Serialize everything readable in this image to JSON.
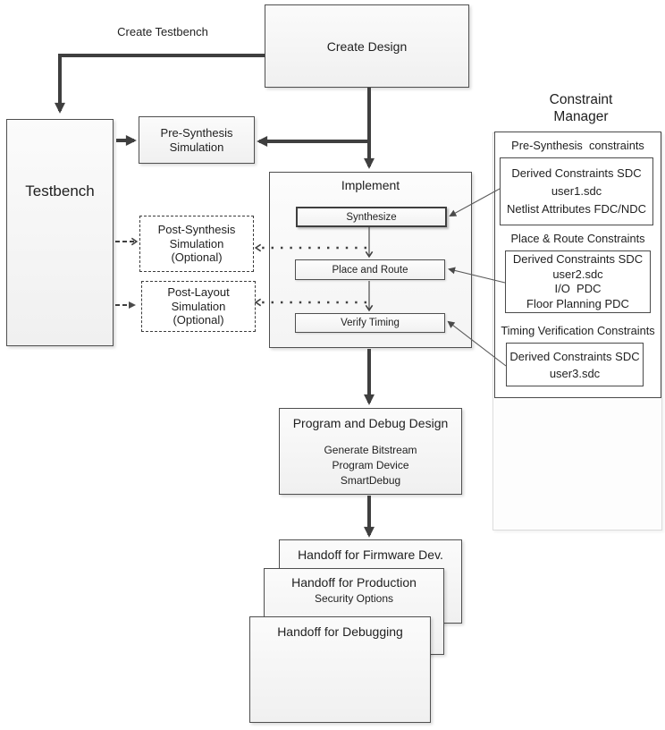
{
  "colors": {
    "arrow": "#3f3f3f",
    "box_border": "#4f4f4f",
    "panel_border": "#dcdcdc",
    "text": "#1f1f1f"
  },
  "flow": {
    "create_design_label": "Create Design",
    "create_testbench_label": "Create Testbench",
    "testbench_label": "Testbench",
    "pre_synthesis_simulation": {
      "lines": [
        "Pre-Synthesis",
        "Simulation"
      ]
    },
    "post_synthesis_simulation": {
      "lines": [
        "Post-Synthesis",
        "Simulation",
        "(Optional)"
      ]
    },
    "post_layout_simulation": {
      "lines": [
        "Post-Layout",
        "Simulation",
        "(Optional)"
      ]
    },
    "implement": {
      "title": "Implement",
      "steps": [
        "Synthesize",
        "Place and Route",
        "Verify Timing"
      ]
    },
    "program_debug": {
      "title": "Program and Debug Design",
      "items": [
        "Generate Bitstream",
        "Program Device",
        "SmartDebug"
      ]
    },
    "handoff_stack": {
      "firmware": {
        "title": "Handoff for Firmware Dev."
      },
      "production": {
        "title": "Handoff for Production",
        "subtitle": "Security Options"
      },
      "debugging": {
        "title": "Handoff for Debugging"
      }
    }
  },
  "constraint_manager": {
    "title_lines": [
      "Constraint",
      "Manager"
    ],
    "sections": [
      {
        "heading": "Pre-Synthesis  constraints",
        "items": [
          "Derived Constraints SDC",
          "user1.sdc",
          "Netlist Attributes FDC/NDC"
        ]
      },
      {
        "heading": "Place & Route Constraints",
        "items": [
          "Derived Constraints SDC",
          "user2.sdc",
          "I/O  PDC",
          "Floor Planning PDC"
        ]
      },
      {
        "heading": "Timing Verification Constraints",
        "items": [
          "Derived Constraints SDC",
          "user3.sdc"
        ]
      }
    ]
  }
}
